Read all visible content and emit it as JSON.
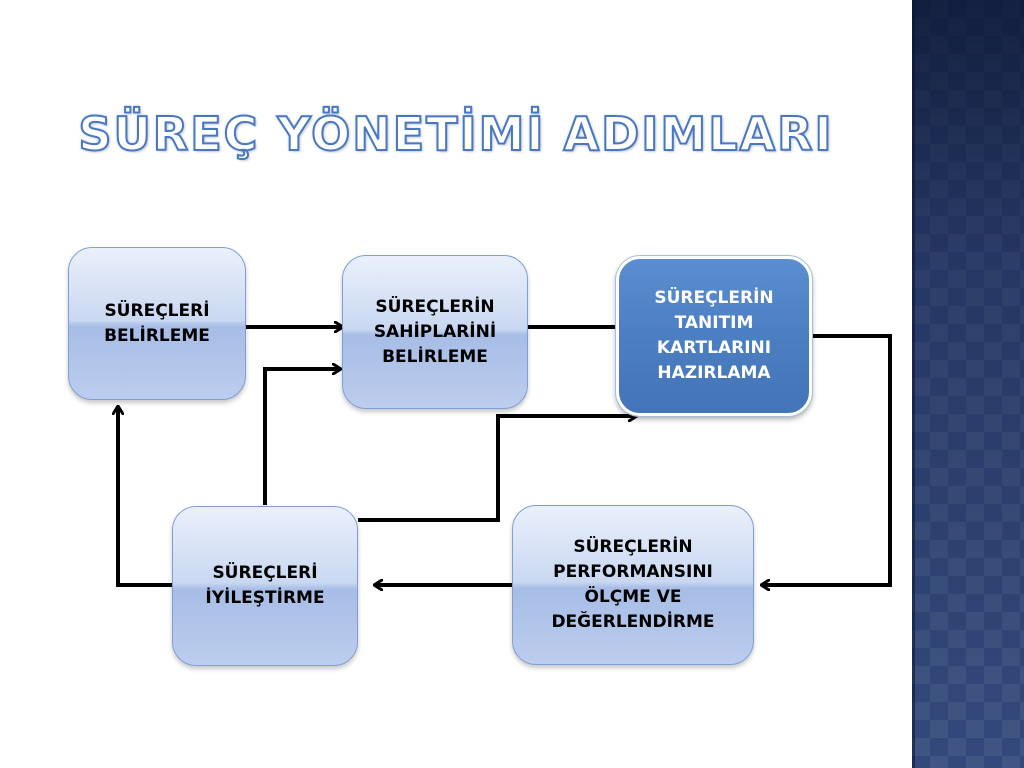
{
  "slide": {
    "title": "SÜREÇ YÖNETİMİ ADIMLARI"
  },
  "diagram": {
    "nodes": {
      "identify": "SÜREÇLERİ\nBELİRLEME",
      "owners": "SÜREÇLERİN\nSAHİPLARİNİ\nBELİRLEME",
      "cards": "SÜREÇLERİN\nTANITIM\nKARTLARINI\nHAZIRLAMA",
      "measure": "SÜREÇLERİN\nPERFORMANSINI\nÖLÇME VE\nDEĞERLENDİRME",
      "improve": "SÜREÇLERİ\nİYİLEŞTİRME"
    },
    "colors": {
      "node_light": "#c9d8f1",
      "node_highlight": "#4c7fc2",
      "title_outline": "#4a78c0",
      "connector": "#000000",
      "side_band": "#33487a"
    }
  }
}
